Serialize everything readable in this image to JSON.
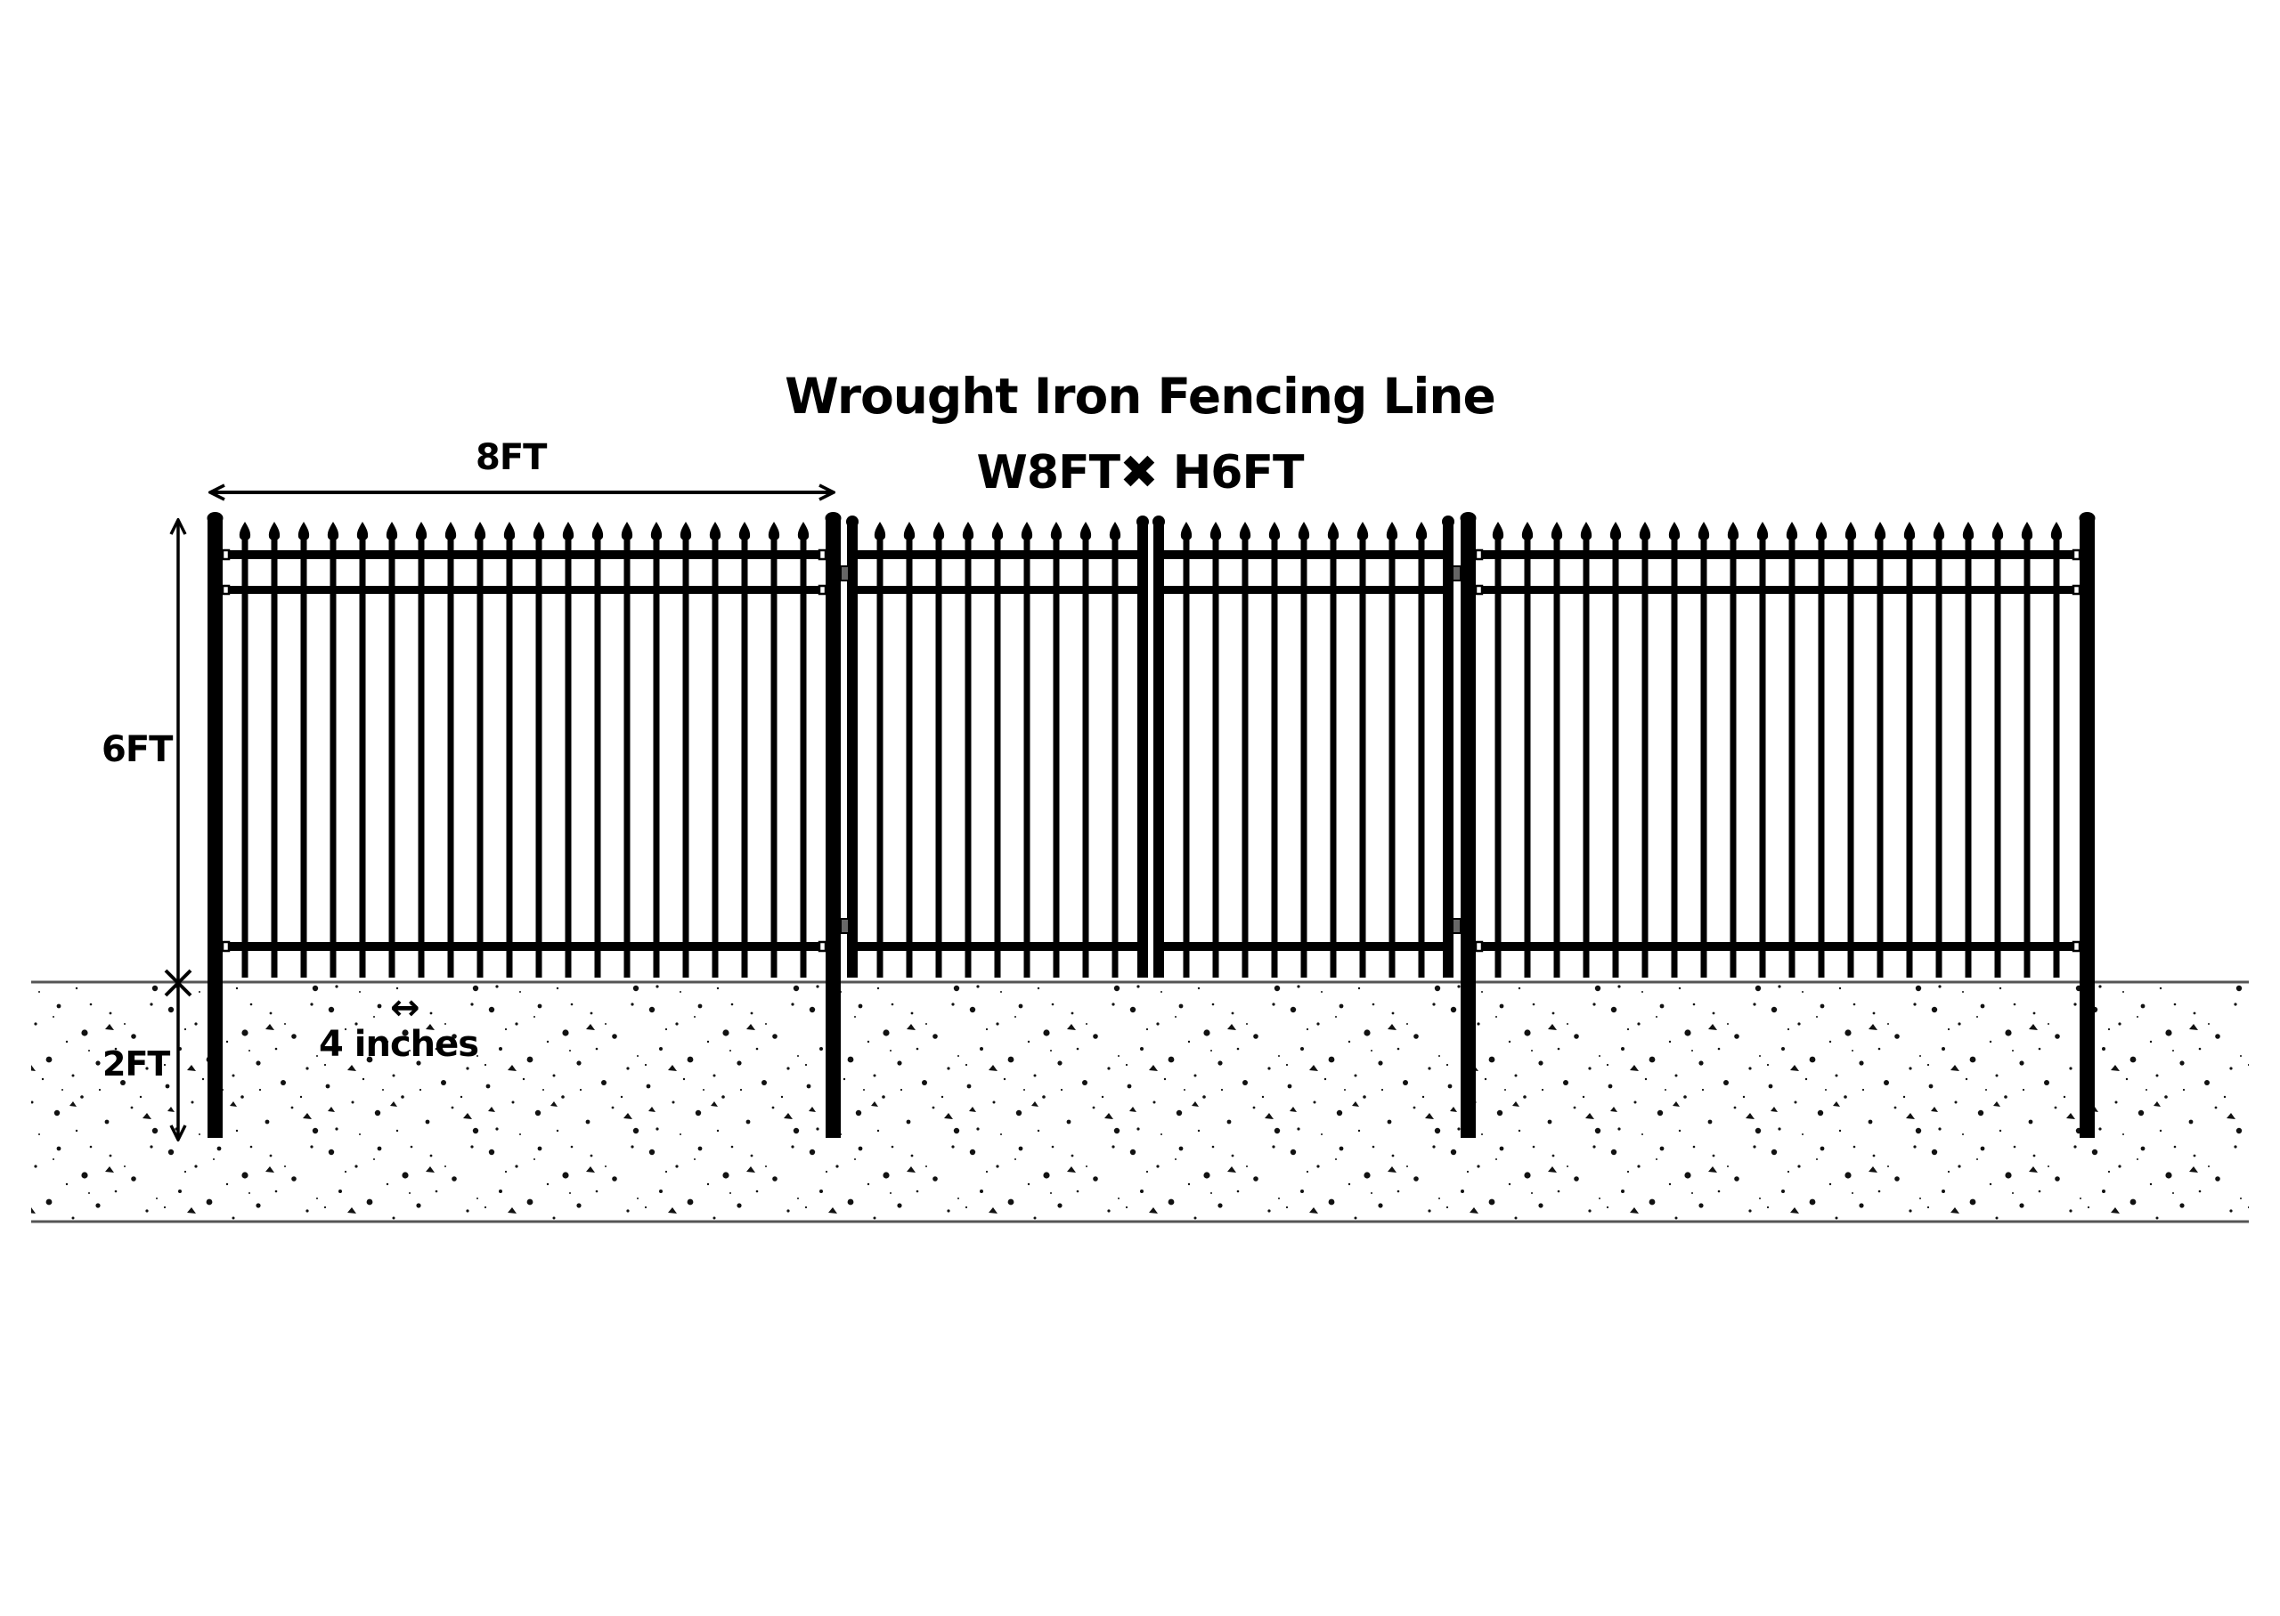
{
  "diagram": {
    "title": "Wrought Iron Fencing Line",
    "subtitle": "W8FT✖ H6FT",
    "dimensions": {
      "panel_width": "8FT",
      "height_above_ground": "6FT",
      "post_depth": "2FT",
      "picket_spacing": "4 inches",
      "picket_spacing_arrow": "↔"
    },
    "sections": [
      {
        "type": "panel",
        "label": "fence-panel-left",
        "pickets": 20
      },
      {
        "type": "double-gate",
        "label": "gate-left-leaf",
        "pickets": 9
      },
      {
        "type": "double-gate",
        "label": "gate-right-leaf",
        "pickets": 9
      },
      {
        "type": "panel",
        "label": "fence-panel-right",
        "pickets": 20
      }
    ],
    "posts": 4,
    "colors": {
      "iron": "#000000",
      "ground_fill": "#ffffff",
      "ground_speckle": "#1a1a1a",
      "ground_line": "#555555",
      "background": "#ffffff"
    }
  }
}
